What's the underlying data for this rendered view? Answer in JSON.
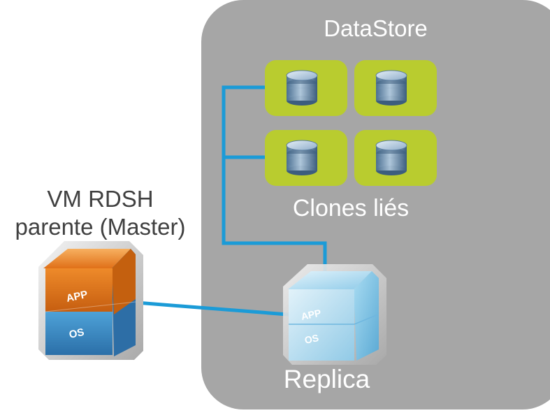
{
  "datastore": {
    "title": "DataStore"
  },
  "clones": {
    "label": "Clones liés",
    "count": 4
  },
  "replica": {
    "label": "Replica",
    "app_text": "APP",
    "os_text": "OS"
  },
  "master": {
    "label_line1": "VM RDSH",
    "label_line2": "parente (Master)",
    "app_text": "APP",
    "os_text": "OS"
  },
  "colors": {
    "datastore_bg": "#a6a6a6",
    "clone_tile": "#b9cc2f",
    "connector": "#1b9bd7",
    "master_top": "#e8781c",
    "master_base": "#3c91cc",
    "replica_cube": "#9fd4ee"
  },
  "icons": [
    "database-icon",
    "vm-box-icon"
  ]
}
